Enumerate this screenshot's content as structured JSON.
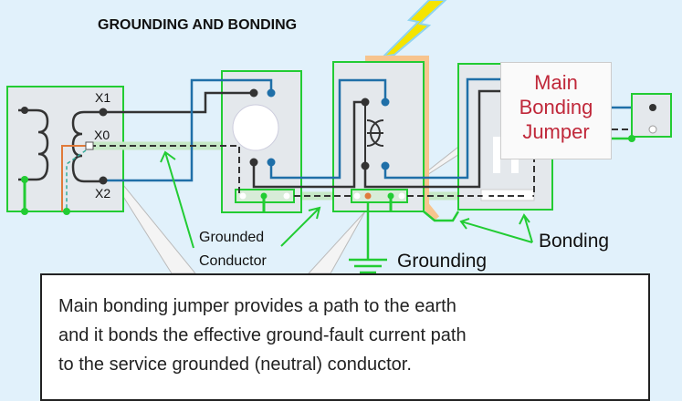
{
  "title": "GROUNDING AND BONDING",
  "transformer_labels": {
    "x1": "X1",
    "x0": "X0",
    "x2": "X2"
  },
  "callouts": {
    "main_bonding_jumper": [
      "Main",
      "Bonding",
      "Jumper"
    ],
    "grounded_conductor": [
      "Grounded",
      "Conductor"
    ],
    "grounding": "Grounding",
    "bonding": "Bonding"
  },
  "note": [
    "Main bonding jumper provides a path to the earth",
    "and it bonds the effective ground-fault current path",
    "to the service grounded (neutral) conductor."
  ],
  "colors": {
    "background": "#e1f1fb",
    "highlight": "#22cc33",
    "hot_black": "#333333",
    "hot_blue": "#1f6fa8",
    "grounding_orange": "#e07a3a",
    "label_red": "#c0283a",
    "lightning": "#f5e400"
  }
}
